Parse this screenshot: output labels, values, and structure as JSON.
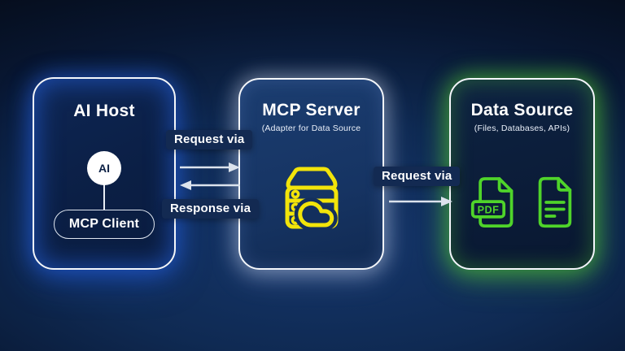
{
  "diagram": {
    "boxes": [
      {
        "id": "ai-host",
        "title": "AI Host",
        "ai_badge": "AI",
        "client_pill": "MCP Client"
      },
      {
        "id": "mcp-server",
        "title": "MCP Server",
        "subtitle": "(Adapter for Data Source",
        "icon": "server-stack-cloud-icon"
      },
      {
        "id": "data-source",
        "title": "Data Source",
        "subtitle": "(Files, Databases, APIs)",
        "icons": [
          "pdf-file-icon",
          "document-lines-icon"
        ],
        "pdf_label": "PDF"
      }
    ],
    "connections": [
      {
        "label": "Request via",
        "from": "ai-host",
        "to": "mcp-server",
        "direction": "right"
      },
      {
        "label": "Response via",
        "from": "mcp-server",
        "to": "ai-host",
        "direction": "left"
      },
      {
        "label": "Request via",
        "from": "mcp-server",
        "to": "data-source",
        "direction": "right"
      }
    ],
    "colors": {
      "background_center": "#15366b",
      "background_edge": "#03070e",
      "box_border": "#f4f7fb",
      "ai_glow_blue": "#2d6eff",
      "server_glow_white": "#ebf2ff",
      "data_glow_green": "#5adc2d",
      "server_icon_yellow": "#f2e40a",
      "data_icon_green": "#4fd42a",
      "arrow": "#dce3ed",
      "badge_bg": "#132a52",
      "text": "#ffffff"
    }
  }
}
